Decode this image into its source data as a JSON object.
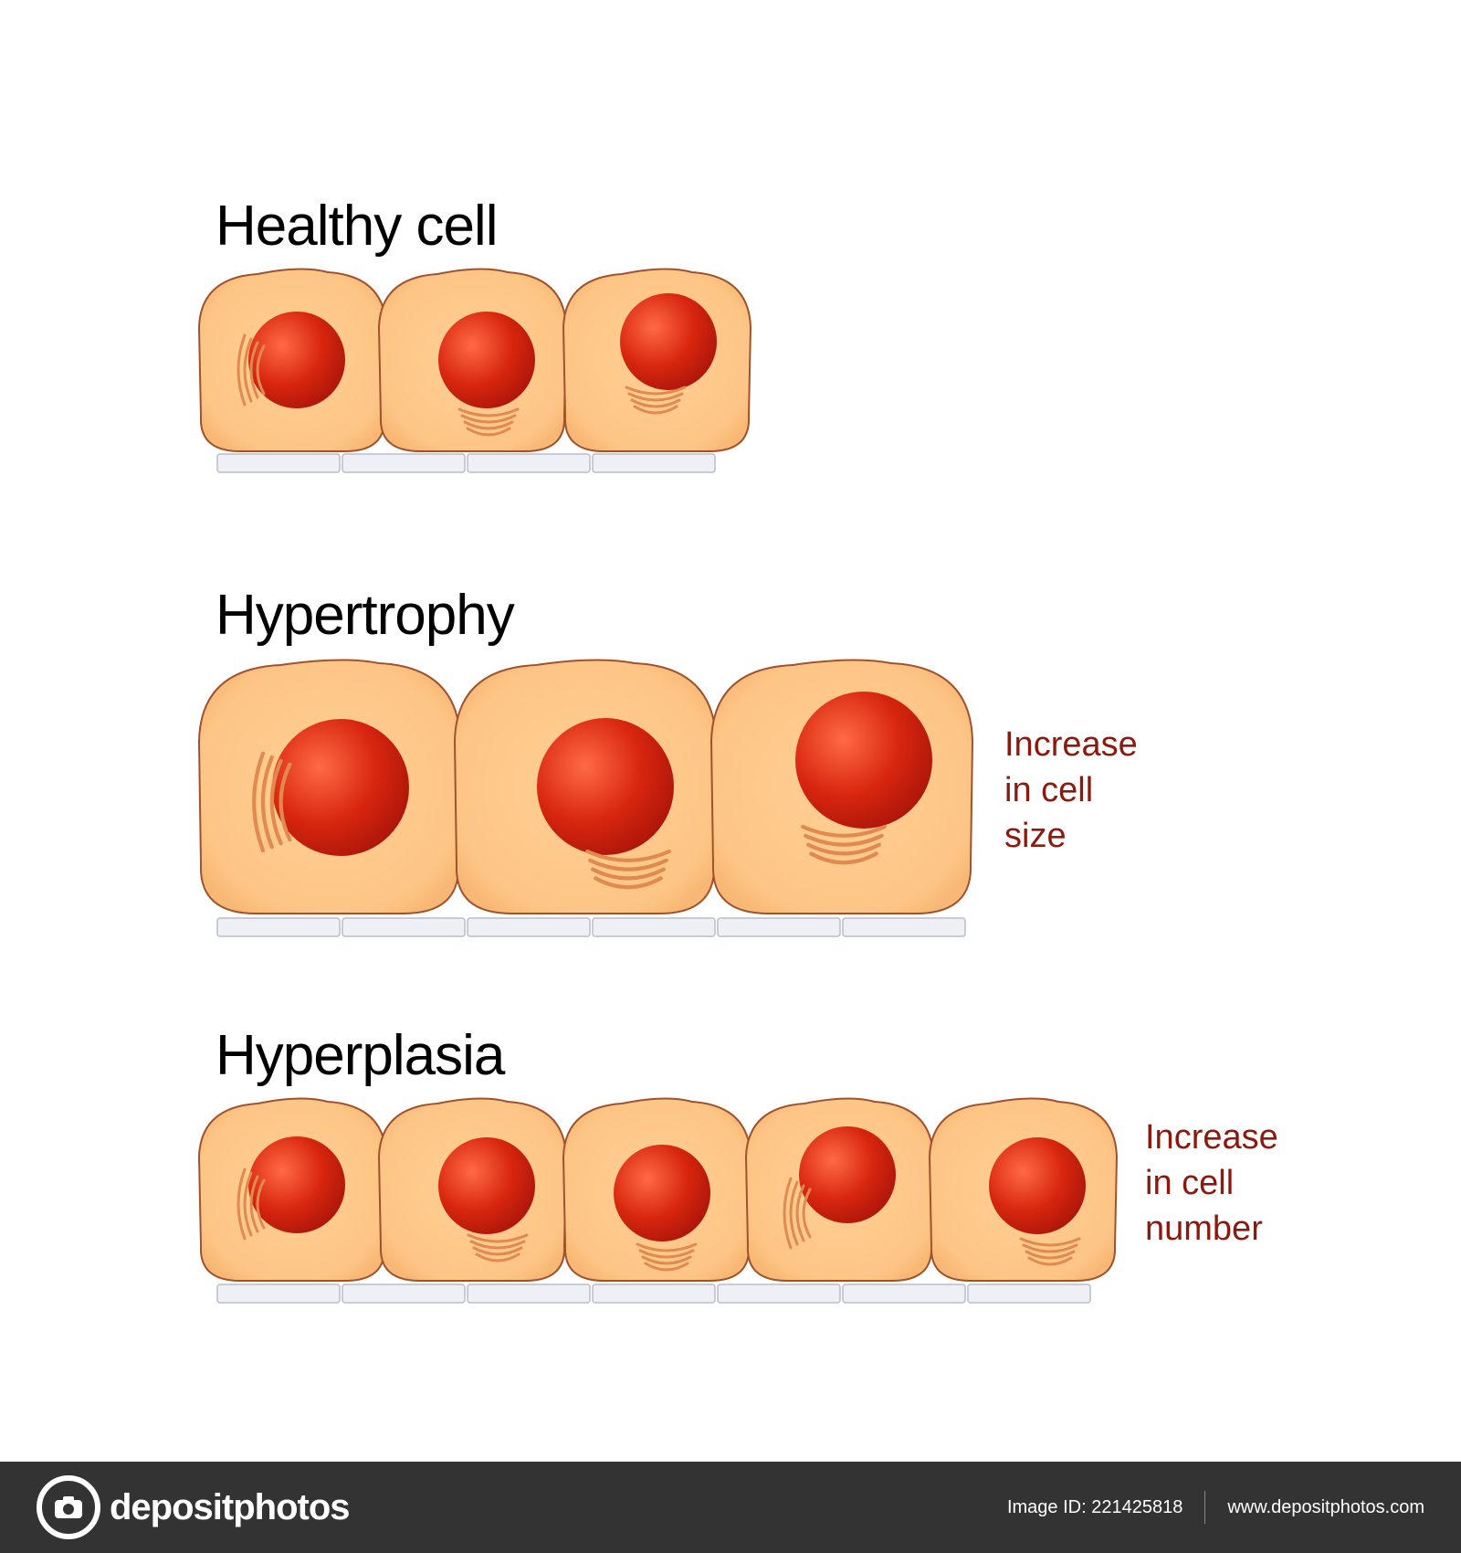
{
  "sections": {
    "healthy": {
      "title": "Healthy cell",
      "cell_count": 3
    },
    "hypertrophy": {
      "title": "Hypertrophy",
      "cell_count": 3,
      "note_lines": [
        "Increase",
        "in cell",
        "size"
      ]
    },
    "hyperplasia": {
      "title": "Hyperplasia",
      "cell_count": 5,
      "note_lines": [
        "Increase",
        "in cell",
        "number"
      ]
    }
  },
  "colors": {
    "cytoplasm": "#fdd09a",
    "cell_outline": "#a0522d",
    "nucleus_dark": "#b5170c",
    "nucleus_light": "#ff5a3c",
    "golgi": "#e08a50",
    "basement": "#eef0f6",
    "note_text": "#8b1a0e"
  },
  "footer": {
    "brand": "depositphotos",
    "image_id_label": "Image ID:",
    "image_id": "221425818",
    "url": "www.depositphotos.com"
  }
}
